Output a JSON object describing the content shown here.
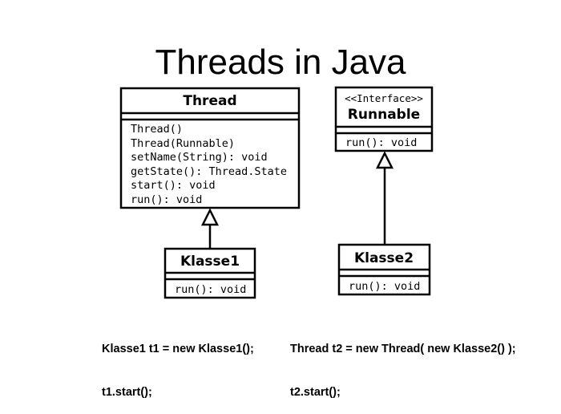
{
  "title": "Threads in Java",
  "classes": {
    "thread": {
      "name": "Thread",
      "methods": [
        "Thread()",
        "Thread(Runnable)",
        "setName(String): void",
        "getState(): Thread.State",
        "start(): void",
        "run(): void"
      ]
    },
    "runnable": {
      "stereotype": "<<Interface>>",
      "name": "Runnable",
      "methods": [
        "run(): void"
      ]
    },
    "klasse1": {
      "name": "Klasse1",
      "methods": [
        "run(): void"
      ]
    },
    "klasse2": {
      "name": "Klasse2",
      "methods": [
        "run(): void"
      ]
    }
  },
  "code": {
    "left": [
      "Klasse1 t1 = new Klasse1();",
      "t1.start();"
    ],
    "right": [
      "Thread t2 = new Thread( new Klasse2() );",
      "t2.start();"
    ]
  }
}
